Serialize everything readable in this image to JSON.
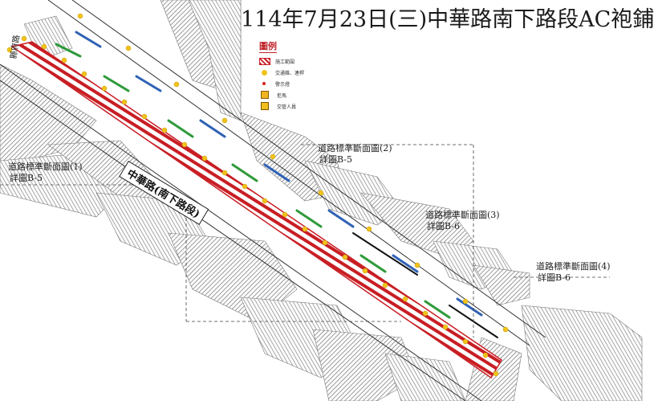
{
  "title": "114年7月23日(三)中華路南下路段AC袍鋪",
  "legend": {
    "heading": "圖例",
    "items": [
      {
        "icon": "hatch-icon",
        "label": "施工範圍"
      },
      {
        "icon": "traffic-cone-icon",
        "label": "交通錐、連桿"
      },
      {
        "icon": "warning-light-icon",
        "label": "警示燈"
      },
      {
        "icon": "barricade-icon",
        "label": "拒馬"
      },
      {
        "icon": "traffic-warden-icon",
        "label": "交管人員"
      }
    ]
  },
  "road_label": "中華路(南下路段)",
  "side_road_label": "縣府路",
  "section_notes": [
    {
      "line1": "道路標準斷面圖(1)",
      "line2": "詳圖B-5"
    },
    {
      "line1": "道路標準斷面圖(2)",
      "line2": "詳圖B-5"
    },
    {
      "line1": "道路標準斷面圖(3)",
      "line2": "詳圖B-6"
    },
    {
      "line1": "道路標準斷面圖(4)",
      "line2": "詳圖B-6"
    }
  ],
  "colors": {
    "hatch_red": "#c81e24",
    "cone_yellow": "#f1c21b",
    "lane_green": "#2e9a3a",
    "arrow_blue": "#2f62b5",
    "building_gray": "#8a8a8a"
  }
}
